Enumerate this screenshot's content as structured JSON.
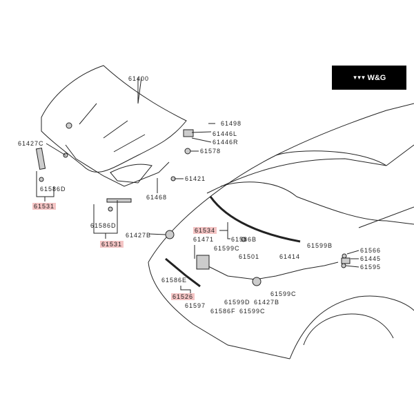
{
  "logo": {
    "mark": "▼▼▼",
    "text": "W&G"
  },
  "labels": {
    "l61400": "61400",
    "l61498": "61498",
    "l61446L": "61446L",
    "l61446R": "61446R",
    "l61578": "61578",
    "l61427C": "61427C",
    "l61586D_a": "61586D",
    "l61531_a": "61531",
    "l61421": "61421",
    "l61468": "61468",
    "l61586D_b": "61586D",
    "l61531_b": "61531",
    "l61427B_a": "61427B",
    "l61534": "61534",
    "l61471": "61471",
    "l61586B": "61586B",
    "l61599C_a": "61599C",
    "l61501": "61501",
    "l61414": "61414",
    "l61599B": "61599B",
    "l61566": "61566",
    "l61445": "61445",
    "l61595": "61595",
    "l61586E": "61586E",
    "l61526": "61526",
    "l61597": "61597",
    "l61599D": "61599D",
    "l61427B_b": "61427B",
    "l61599C_b": "61599C",
    "l61586F": "61586F",
    "l61599C_c": "61599C"
  },
  "colors": {
    "highlight": "#f4c4c4",
    "line": "#222222"
  }
}
